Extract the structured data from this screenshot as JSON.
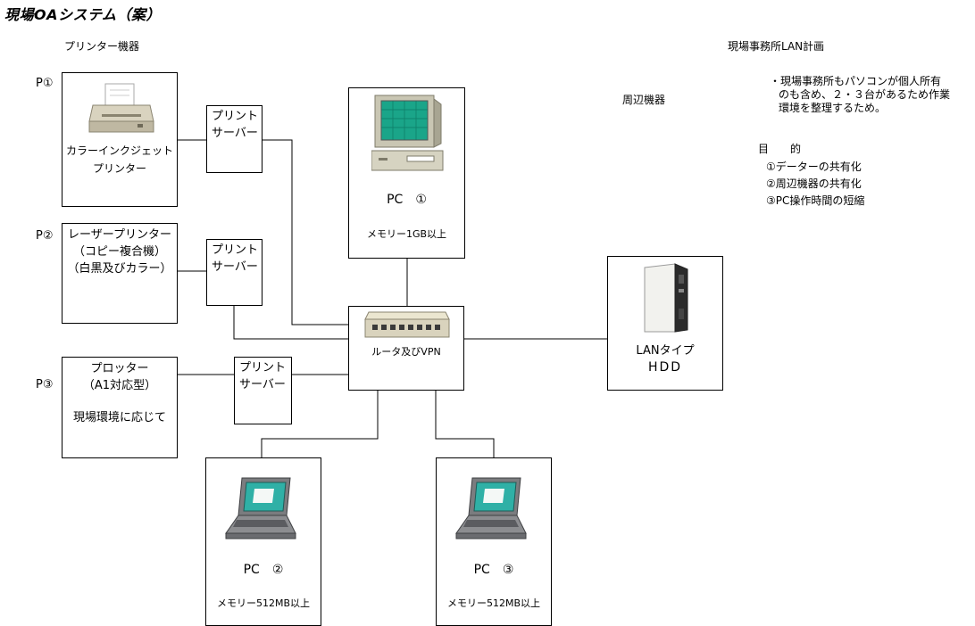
{
  "title": "現場OAシステム（案）",
  "section_left": "プリンター機器",
  "section_right": "現場事務所LAN計画",
  "peripherals_label": "周辺機器",
  "notes": {
    "line1": "・現場事務所もパソコンが個人所有",
    "line2": "のも含め、２・３台があるため作業",
    "line3": "環境を整理するため。"
  },
  "purpose": {
    "heading": "目　　的",
    "items": [
      "①データーの共有化",
      "②周辺機器の共有化",
      "③PC操作時間の短縮"
    ]
  },
  "printers": [
    {
      "tag": "P①",
      "line1": "カラーインクジェット",
      "line2": "プリンター",
      "icon": "printer-icon"
    },
    {
      "tag": "P②",
      "line1": "レーザープリンター",
      "line2": "（コピー複合機）",
      "line3": "（白黒及びカラー）"
    },
    {
      "tag": "P③",
      "line1": "プロッター",
      "line2": "（A1対応型）",
      "line3": "現場環境に応じて"
    }
  ],
  "print_server": {
    "line1": "プリント",
    "line2": "サーバー"
  },
  "router": {
    "label": "ルータ及びVPN",
    "icon": "router-icon"
  },
  "hdd": {
    "line1": "LANタイプ",
    "line2": "HDD",
    "icon": "hdd-icon"
  },
  "pcs": [
    {
      "name": "PC　①",
      "memory": "メモリー1GB以上",
      "icon": "desktop-pc-icon"
    },
    {
      "name": "PC　②",
      "memory": "メモリー512MB以上",
      "icon": "laptop-icon"
    },
    {
      "name": "PC　③",
      "memory": "メモリー512MB以上",
      "icon": "laptop-icon"
    }
  ]
}
